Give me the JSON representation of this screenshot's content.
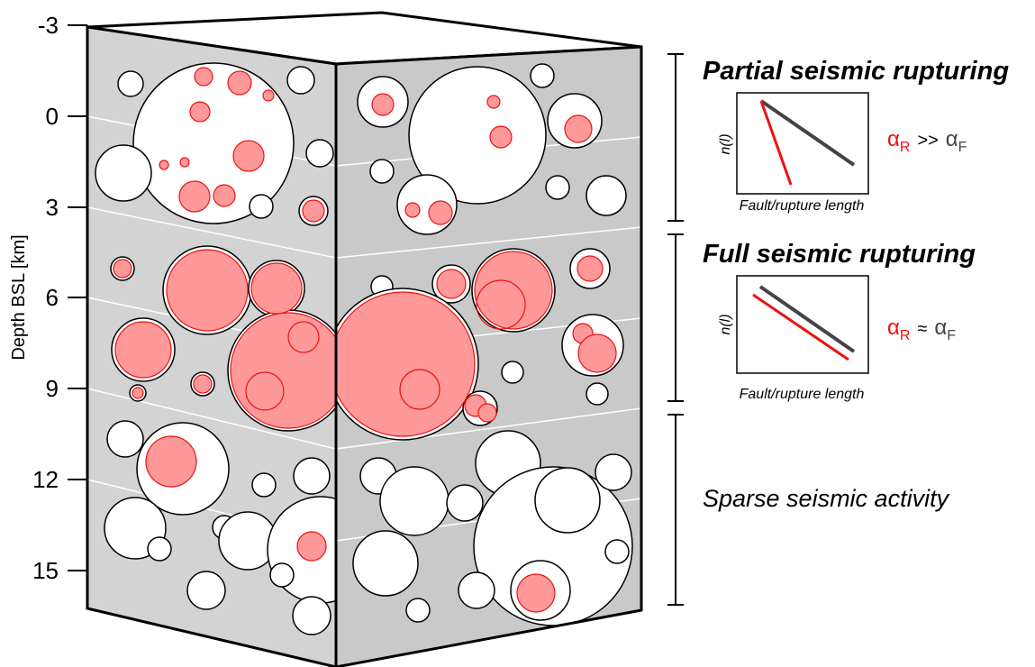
{
  "depth_axis": {
    "title": "Depth BSL [km]",
    "ticks": [
      "-3",
      "0",
      "3",
      "6",
      "9",
      "12",
      "15"
    ]
  },
  "zones": [
    {
      "title": "Partial seismic rupturing",
      "inset": {
        "ylabel": "n(l)",
        "xlabel": "Fault/rupture length",
        "relation": {
          "lhs": "α",
          "lhs_sub": "R",
          "op": ">>",
          "rhs": "α",
          "rhs_sub": "F"
        }
      }
    },
    {
      "title": "Full seismic rupturing",
      "inset": {
        "ylabel": "n(l)",
        "xlabel": "Fault/rupture length",
        "relation": {
          "lhs": "α",
          "lhs_sub": "R",
          "op": "≈",
          "rhs": "α",
          "rhs_sub": "F"
        }
      }
    },
    {
      "title": "Sparse seismic activity"
    }
  ],
  "colors": {
    "rupture": "#ff9999",
    "rupture_stroke": "#ee1111",
    "fault_line": "#444444",
    "front_face": "#d3d3d3",
    "side_face": "#c9c9c9",
    "top_face": "#ffffff"
  }
}
